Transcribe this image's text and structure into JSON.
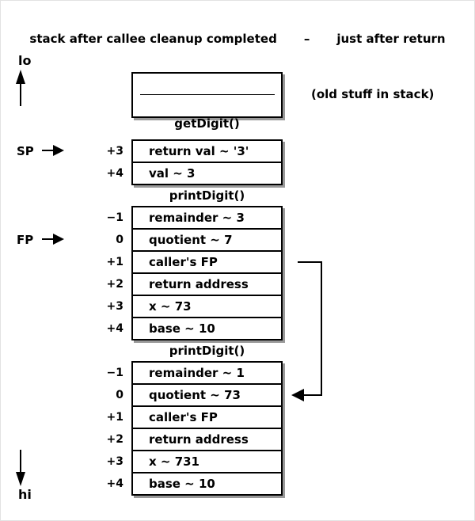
{
  "title": {
    "left": "stack after callee cleanup completed",
    "dash": "–",
    "right": "just after return"
  },
  "axis": {
    "top_label": "lo",
    "bottom_label": "hi"
  },
  "old_stack_note": "(old stuff in stack)",
  "pointers": {
    "sp": "SP",
    "fp": "FP"
  },
  "frames": [
    {
      "name": "getDigit()",
      "rows": [
        {
          "offset": "+3",
          "label": "return val ~ '3'"
        },
        {
          "offset": "+4",
          "label": "val ~ 3"
        }
      ]
    },
    {
      "name": "printDigit()",
      "rows": [
        {
          "offset": "−1",
          "label": "remainder ~ 3"
        },
        {
          "offset": "0",
          "label": "quotient ~ 7"
        },
        {
          "offset": "+1",
          "label": "caller's FP"
        },
        {
          "offset": "+2",
          "label": "return address"
        },
        {
          "offset": "+3",
          "label": "x ~ 73"
        },
        {
          "offset": "+4",
          "label": "base ~ 10"
        }
      ]
    },
    {
      "name": "printDigit()",
      "rows": [
        {
          "offset": "−1",
          "label": "remainder ~ 1"
        },
        {
          "offset": "0",
          "label": "quotient ~ 73"
        },
        {
          "offset": "+1",
          "label": "caller's FP"
        },
        {
          "offset": "+2",
          "label": "return address"
        },
        {
          "offset": "+3",
          "label": "x ~ 731"
        },
        {
          "offset": "+4",
          "label": "base ~ 10"
        }
      ]
    }
  ],
  "colors": {
    "line": "#000000",
    "shadow": "#999999",
    "background": "#ffffff"
  }
}
